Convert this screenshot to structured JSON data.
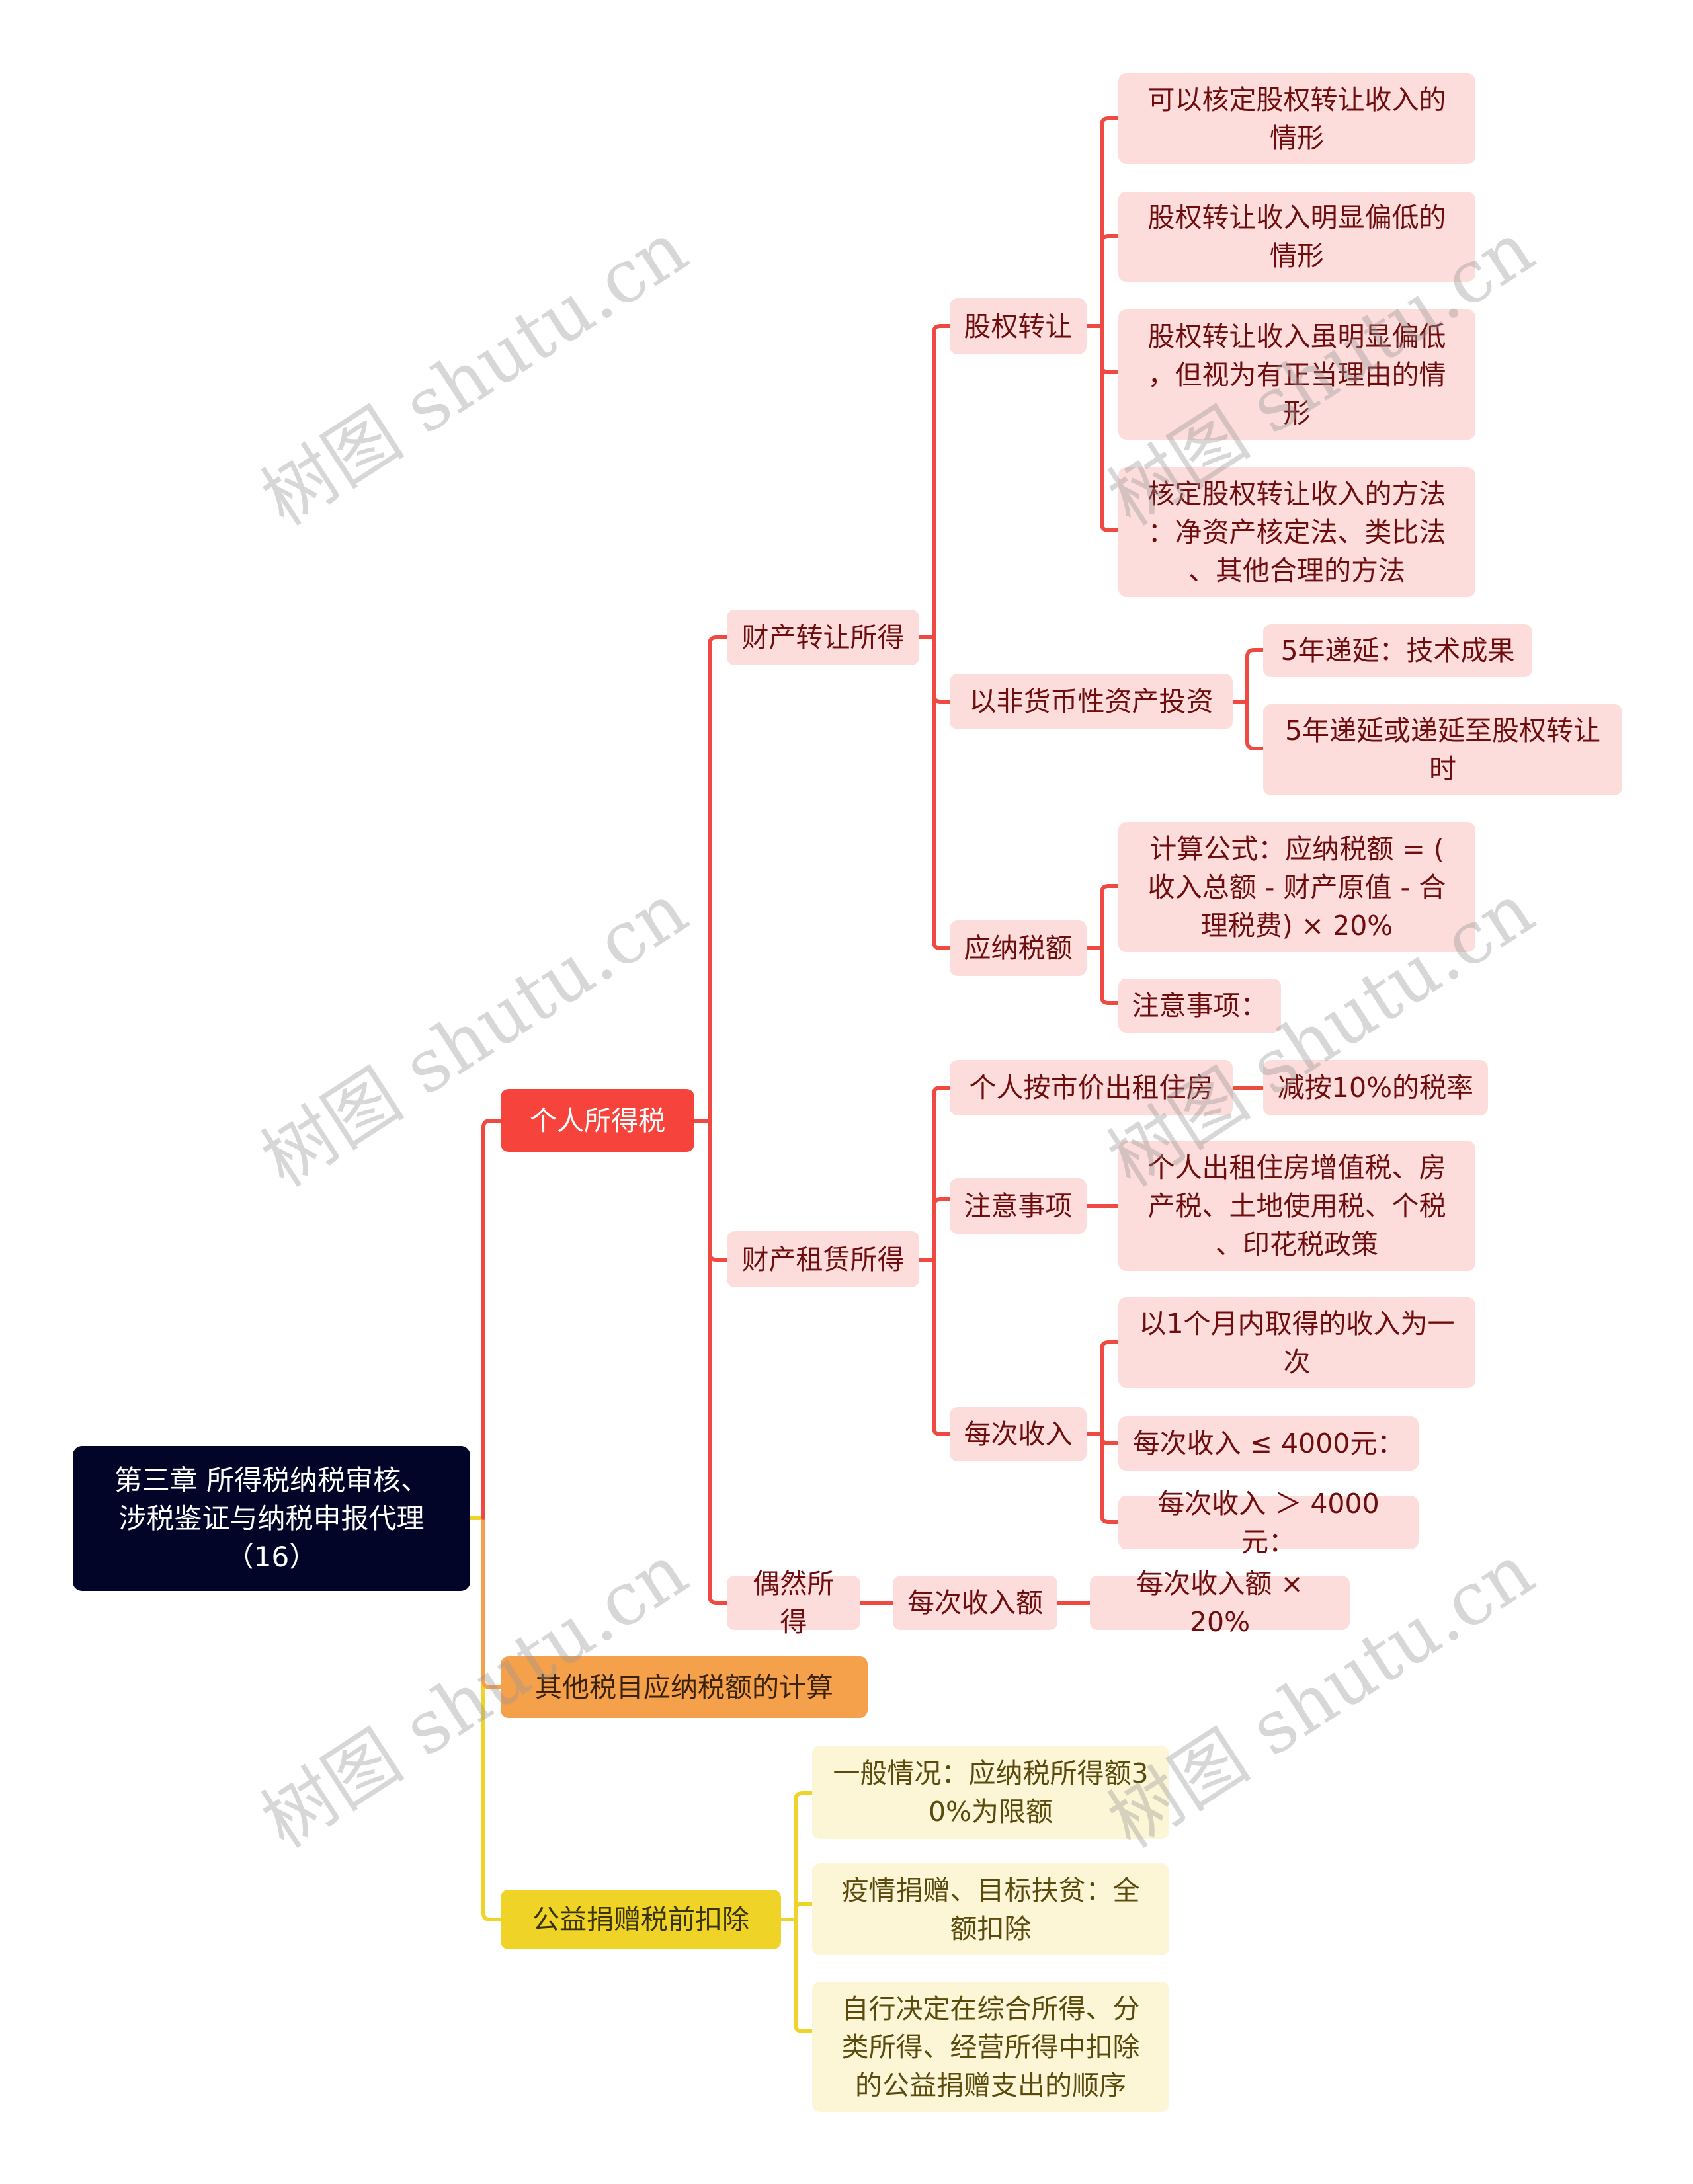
{
  "root": {
    "label": "第三章 所得税纳税审核、\n涉税鉴证与纳税申报代理\n（16）"
  },
  "colors": {
    "root_bg": "#020428",
    "branch_red": "#f6433c",
    "branch_orange": "#f5a04b",
    "branch_yellow": "#f0d327",
    "leaf_pink": "#fddcdc",
    "leaf_cream": "#fcf5d6",
    "line_red": "#ee4a42",
    "line_yellow": "#eed42a"
  },
  "branches": {
    "individual_tax": {
      "label": "个人所得税",
      "property_transfer": {
        "label": "财产转让所得",
        "equity_transfer": {
          "label": "股权转让",
          "items": [
            "可以核定股权转让收入的\n情形",
            "股权转让收入明显偏低的\n情形",
            "股权转让收入虽明显偏低\n，但视为有正当理由的情\n形",
            "核定股权转让收入的方法\n：净资产核定法、类比法\n、其他合理的方法"
          ]
        },
        "non_monetary": {
          "label": "以非货币性资产投资",
          "items": [
            "5年递延：技术成果",
            "5年递延或递延至股权转让\n时"
          ]
        },
        "tax_payable": {
          "label": "应纳税额",
          "items": [
            "计算公式：应纳税额 = (\n收入总额 - 财产原值 - 合\n理税费) × 20%",
            "注意事项："
          ]
        }
      },
      "property_lease": {
        "label": "财产租赁所得",
        "market_rent": {
          "label": "个人按市价出租住房",
          "items": [
            "减按10%的税率"
          ]
        },
        "notes": {
          "label": "注意事项",
          "items": [
            "个人出租住房增值税、房\n产税、土地使用税、个税\n、印花税政策"
          ]
        },
        "per_income": {
          "label": "每次收入",
          "items": [
            "以1个月内取得的收入为一\n次",
            "每次收入 ≤ 4000元：",
            "每次收入 ＞ 4000元："
          ]
        }
      },
      "incidental": {
        "label": "偶然所得",
        "per_amount": {
          "label": "每次收入额",
          "items": [
            "每次收入额 × 20%"
          ]
        }
      }
    },
    "other_taxes": {
      "label": "其他税目应纳税额的计算"
    },
    "charity": {
      "label": "公益捐赠税前扣除",
      "items": [
        "一般情况：应纳税所得额3\n0%为限额",
        "疫情捐赠、目标扶贫：全\n额扣除",
        "自行决定在综合所得、分\n类所得、经营所得中扣除\n的公益捐赠支出的顺序"
      ]
    }
  },
  "watermark": {
    "text": "树图 shutu.cn"
  }
}
